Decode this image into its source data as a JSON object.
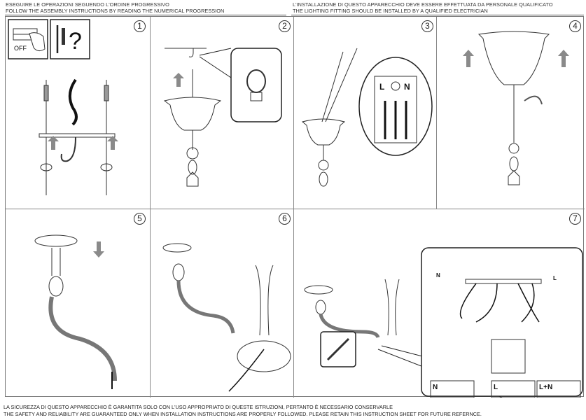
{
  "header": {
    "left_line1": "ESEGUIRE LE OPERAZIONI SEGUENDO L'ORDINE PROGRESSIVO",
    "left_line2": "FOLLOW THE ASSEMBLY INSTRUCTIONS BY READING THE NUMERICAL PROGRESSION",
    "right_line1": "L'INSTALLAZIONE DI QUESTO APPARECCHIO DEVE ESSERE EFFETTUATA DA PERSONALE QUALIFICATO",
    "right_line2": "THE LIGHTING FITTING SHOULD BE INSTALLED BY A QUALIFIED ELECTRICIAN"
  },
  "panels": [
    {
      "number": "1",
      "off_label": "OFF",
      "question_mark": "?"
    },
    {
      "number": "2"
    },
    {
      "number": "3",
      "terminal_labels": [
        "L",
        "N"
      ]
    },
    {
      "number": "4"
    },
    {
      "number": "5"
    },
    {
      "number": "6"
    },
    {
      "number": "7",
      "connection_labels": [
        "N",
        "L",
        "L+N"
      ],
      "wire_tags": [
        "N",
        "L"
      ]
    }
  ],
  "footer": {
    "line1": "LA SICUREZZA DI QUESTO APPARECCHIO È GARANTITA SOLO CON L'USO APPROPRIATO DI QUESTE ISTRUZIONI, PERTANTO È NECESSARIO CONSERVARLE",
    "line2": "THE SAFETY AND RELIABILITY ARE GUARANTEED ONLY WHEN INSTALLATION INSTRUCTIONS ARE PROPERLY FOLLOWED. PLEASE RETAIN THIS INSTRUCTION SHEET FOR FUTURE REFERNCE."
  },
  "colors": {
    "line": "#333333",
    "arrow": "#8a8a8a",
    "border": "#888888"
  }
}
